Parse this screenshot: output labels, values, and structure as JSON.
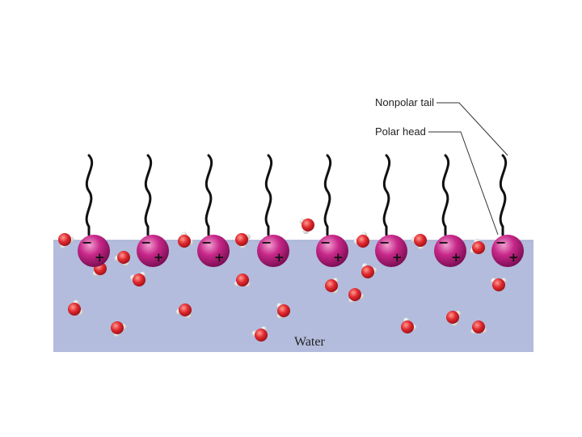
{
  "labels": {
    "tail": "Nonpolar tail",
    "head": "Polar head",
    "water": "Water"
  },
  "charges": {
    "negative": "−",
    "positive": "+"
  },
  "colors": {
    "water_fill": "#b3bcdc",
    "water_top_line": "#9aa4cc",
    "head": "#c8288a",
    "tail": "#111111",
    "oxygen": "#d9202a",
    "hydrogen": "#e8e8e8",
    "leader_line": "#333333"
  },
  "molecule_count": 8
}
